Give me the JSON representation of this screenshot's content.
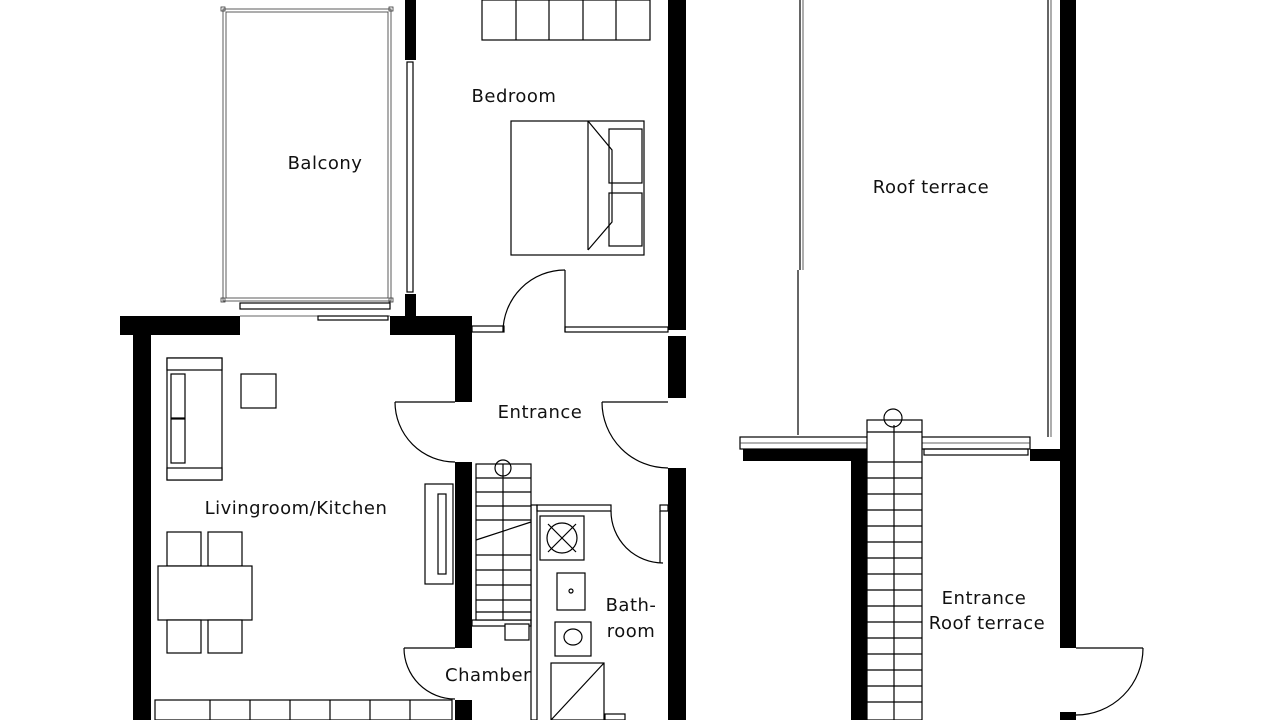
{
  "rooms": {
    "balcony": "Balcony",
    "bedroom": "Bedroom",
    "roof_terrace": "Roof terrace",
    "entrance": "Entrance",
    "livingroom_kitchen": "Livingroom/Kitchen",
    "bathroom_line1": "Bath-",
    "bathroom_line2": "room",
    "entrance_roof_terrace_line1": "Entrance",
    "entrance_roof_terrace_line2": "Roof terrace",
    "chamber": "Chamber"
  }
}
